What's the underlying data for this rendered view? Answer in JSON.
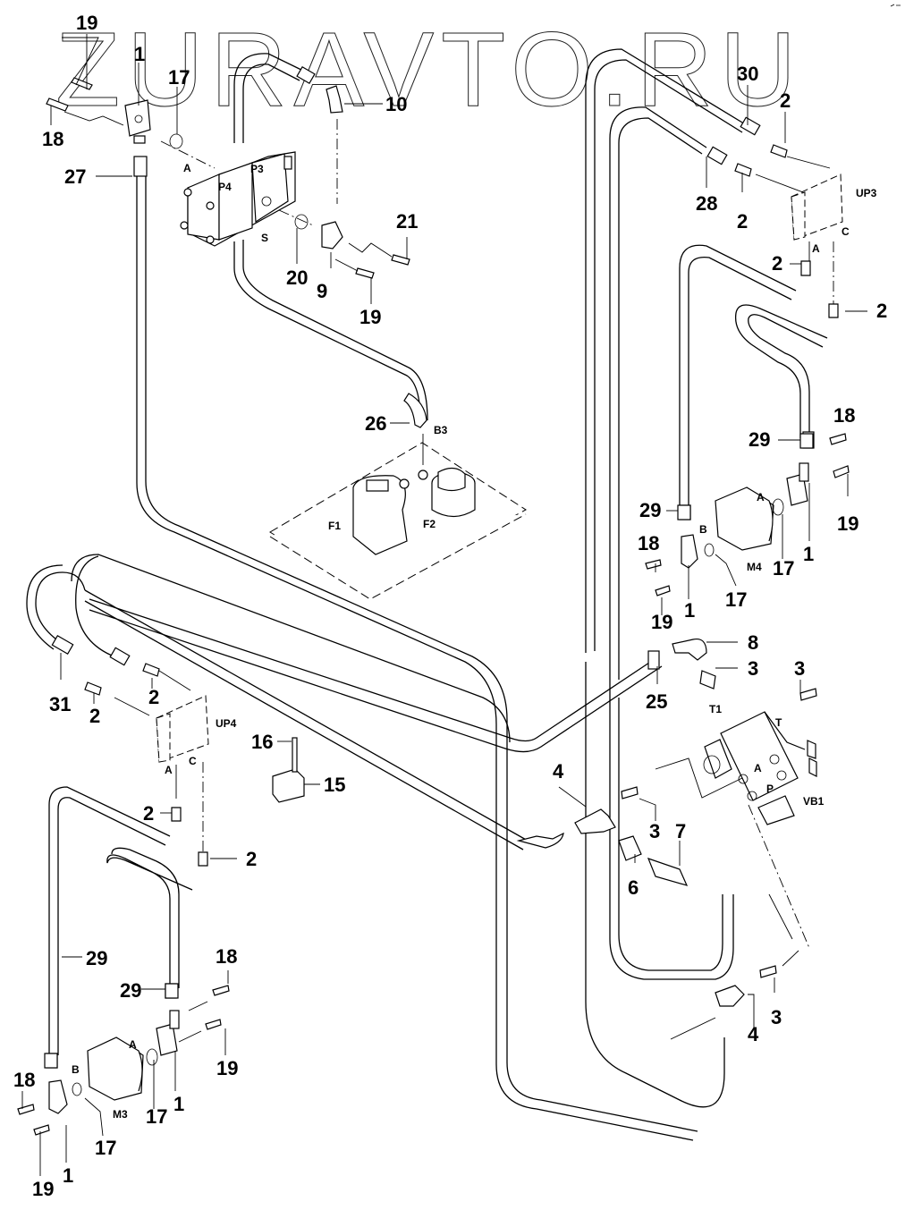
{
  "watermark": "ZURAVTO.RU",
  "callouts": [
    {
      "id": "c19a",
      "text": "19"
    },
    {
      "id": "c1a",
      "text": "1"
    },
    {
      "id": "c17a",
      "text": "17"
    },
    {
      "id": "c18a",
      "text": "18"
    },
    {
      "id": "c27",
      "text": "27"
    },
    {
      "id": "c10",
      "text": "10"
    },
    {
      "id": "c21",
      "text": "21"
    },
    {
      "id": "c20",
      "text": "20"
    },
    {
      "id": "c9",
      "text": "9"
    },
    {
      "id": "c19b",
      "text": "19"
    },
    {
      "id": "c30",
      "text": "30"
    },
    {
      "id": "c2a",
      "text": "2"
    },
    {
      "id": "c28",
      "text": "28"
    },
    {
      "id": "c2b",
      "text": "2"
    },
    {
      "id": "c2c",
      "text": "2"
    },
    {
      "id": "c2d",
      "text": "2"
    },
    {
      "id": "c26",
      "text": "26"
    },
    {
      "id": "c18b",
      "text": "18"
    },
    {
      "id": "c29a",
      "text": "29"
    },
    {
      "id": "c19c",
      "text": "19"
    },
    {
      "id": "c29b",
      "text": "29"
    },
    {
      "id": "c1b",
      "text": "1"
    },
    {
      "id": "c17b",
      "text": "17"
    },
    {
      "id": "c18c",
      "text": "18"
    },
    {
      "id": "c1c",
      "text": "1"
    },
    {
      "id": "c17c",
      "text": "17"
    },
    {
      "id": "c19d",
      "text": "19"
    },
    {
      "id": "c8",
      "text": "8"
    },
    {
      "id": "c3a",
      "text": "3"
    },
    {
      "id": "c3b",
      "text": "3"
    },
    {
      "id": "c25",
      "text": "25"
    },
    {
      "id": "c31",
      "text": "31"
    },
    {
      "id": "c2e",
      "text": "2"
    },
    {
      "id": "c2f",
      "text": "2"
    },
    {
      "id": "c16",
      "text": "16"
    },
    {
      "id": "c15",
      "text": "15"
    },
    {
      "id": "c4a",
      "text": "4"
    },
    {
      "id": "c3c",
      "text": "3"
    },
    {
      "id": "c7",
      "text": "7"
    },
    {
      "id": "c6",
      "text": "6"
    },
    {
      "id": "c2g",
      "text": "2"
    },
    {
      "id": "c2h",
      "text": "2"
    },
    {
      "id": "c29c",
      "text": "29"
    },
    {
      "id": "c18d",
      "text": "18"
    },
    {
      "id": "c29d",
      "text": "29"
    },
    {
      "id": "c19e",
      "text": "19"
    },
    {
      "id": "c18e",
      "text": "18"
    },
    {
      "id": "c17d",
      "text": "17"
    },
    {
      "id": "c1d",
      "text": "1"
    },
    {
      "id": "c17e",
      "text": "17"
    },
    {
      "id": "c19f",
      "text": "19"
    },
    {
      "id": "c1e",
      "text": "1"
    },
    {
      "id": "c3d",
      "text": "3"
    },
    {
      "id": "c4b",
      "text": "4"
    }
  ],
  "port_labels": {
    "pump_A": "A",
    "pump_P3": "P3",
    "pump_P4": "P4",
    "pump_S": "S",
    "up3": "UP3",
    "up3_A": "A",
    "up3_C": "C",
    "b3": "B3",
    "f1": "F1",
    "f2": "F2",
    "m4": "M4",
    "m4_A": "A",
    "m4_B": "B",
    "t1": "T1",
    "vb1_T": "T",
    "vb1_A": "A",
    "vb1_P": "P",
    "vb1": "VB1",
    "up4": "UP4",
    "up4_A": "A",
    "up4_C": "C",
    "m3": "M3",
    "m3_A": "A",
    "m3_B": "B"
  }
}
